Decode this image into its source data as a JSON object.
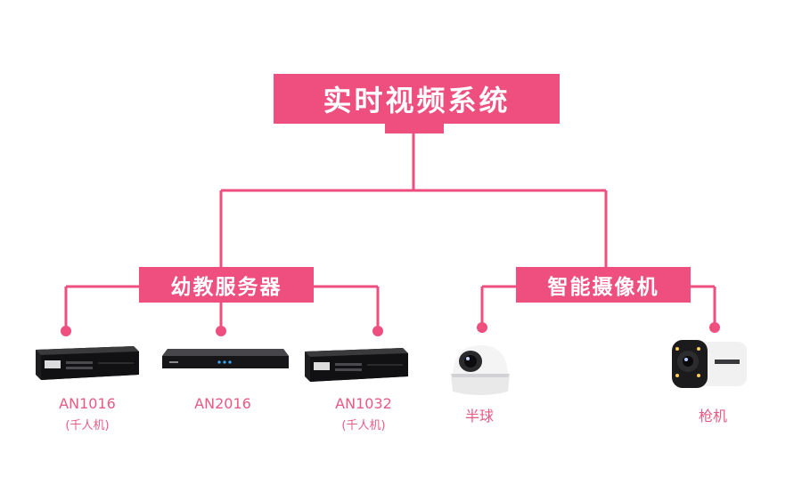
{
  "colors": {
    "accent": "#ee4f7f",
    "label": "#e85a86"
  },
  "root": {
    "label": "实时视频系统"
  },
  "groups": [
    {
      "label": "幼教服务器",
      "items": [
        {
          "model": "AN1016",
          "note": "(千人机)"
        },
        {
          "model": "AN2016",
          "note": ""
        },
        {
          "model": "AN1032",
          "note": "(千人机)"
        }
      ]
    },
    {
      "label": "智能摄像机",
      "items": [
        {
          "model": "半球",
          "note": ""
        },
        {
          "model": "枪机",
          "note": ""
        }
      ]
    }
  ],
  "icons": [
    "nvr-device-icon",
    "dome-camera-icon",
    "bullet-camera-icon"
  ]
}
